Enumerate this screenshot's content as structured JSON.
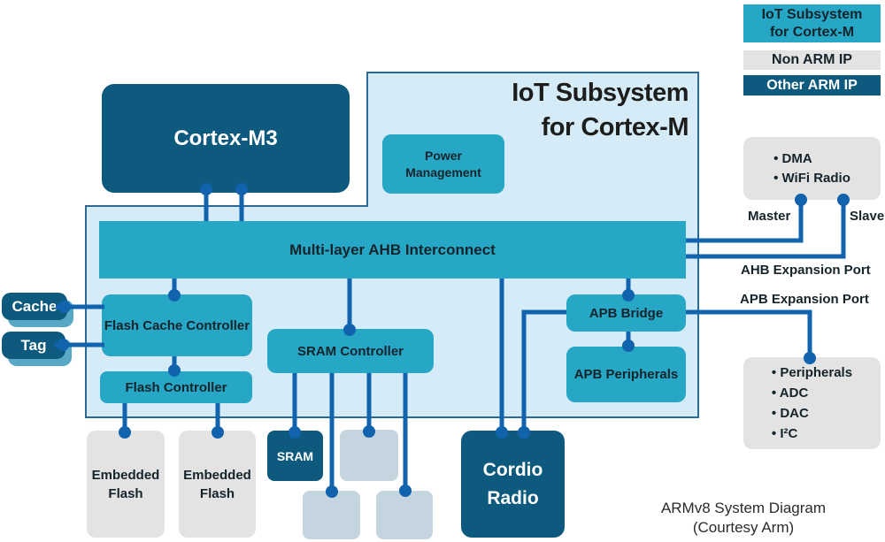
{
  "title": "IoT Subsystem\nfor Cortex-M",
  "legend": {
    "iot_subsystem": "IoT Subsystem\nfor Cortex-M",
    "non_arm_ip": "Non ARM IP",
    "other_arm_ip": "Other ARM IP"
  },
  "nodes": {
    "cortex_m3": "Cortex-M3",
    "power_management": "Power\nManagement",
    "ahb_interconnect": "Multi-layer AHB Interconnect",
    "flash_cache_controller": "Flash Cache Controller",
    "flash_controller": "Flash Controller",
    "sram_controller": "SRAM Controller",
    "apb_bridge": "APB Bridge",
    "apb_peripherals": "APB Peripherals",
    "cache": "Cache",
    "tag": "Tag",
    "sram": "SRAM",
    "cordio_radio": "Cordio\nRadio",
    "embedded_flash_1": "Embedded\nFlash",
    "embedded_flash_2": "Embedded\nFlash"
  },
  "ports": {
    "master": "Master",
    "slave": "Slave",
    "ahb_expansion": "AHB Expansion Port",
    "apb_expansion": "APB Expansion Port"
  },
  "right_panels": {
    "dma_wifi": {
      "items": [
        "• DMA",
        "• WiFi Radio"
      ]
    },
    "peripherals": {
      "items": [
        "• Peripherals",
        "• ADC",
        "• DAC",
        "• I²C"
      ]
    }
  },
  "caption": "ARMv8 System Diagram\n(Courtesy Arm)",
  "colors": {
    "darkteal": "#0E5A7E",
    "cyan": "#27A7C6",
    "lightblue": "#D5EBF8",
    "regionborder": "#2B6A94",
    "lineblue": "#1063AC",
    "gray": "#E3E3E3",
    "bluegray": "#C4D5DF",
    "shadowteal": "#57A8C4",
    "textdark": "#15232B"
  }
}
